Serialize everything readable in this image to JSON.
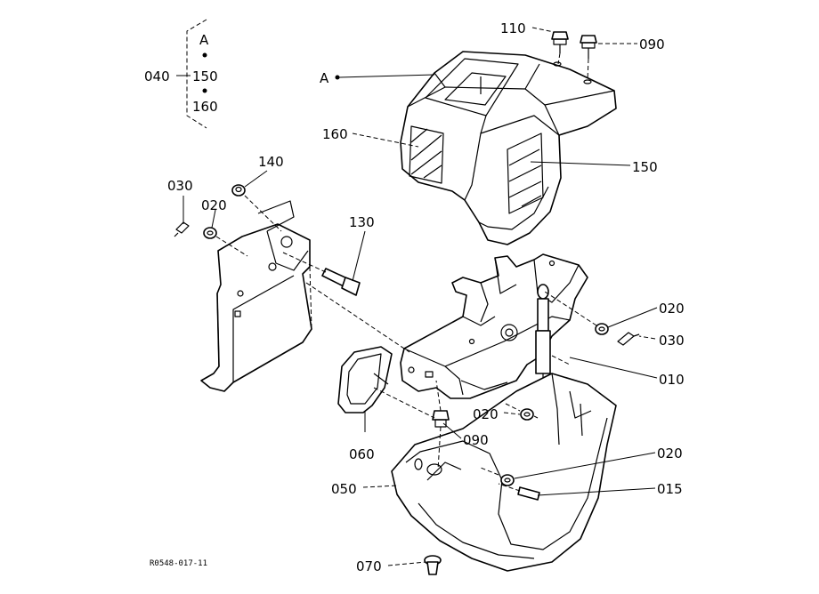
{
  "callouts": {
    "c110": "110",
    "c090a": "090",
    "cA": "A",
    "c160": "160",
    "c150": "150",
    "c140": "140",
    "c030a": "030",
    "c020a": "020",
    "c130": "130",
    "c020b": "020",
    "c030b": "030",
    "c010": "010",
    "c020c": "020",
    "c090b": "090",
    "c060": "060",
    "c020d": "020",
    "c050": "050",
    "c015": "015",
    "c070": "070"
  },
  "legend": {
    "group": "040",
    "item1": "A",
    "item2": "150",
    "item3": "160"
  },
  "drawing_code": "R0548-017-11"
}
